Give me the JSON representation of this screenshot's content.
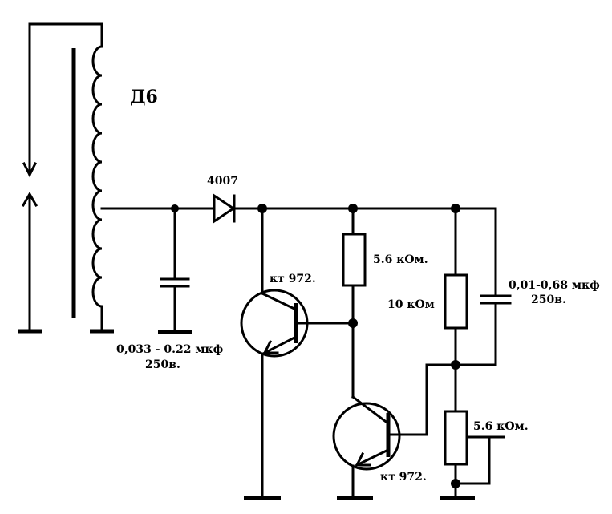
{
  "labels": {
    "transformer": "Д6",
    "diode": "4007",
    "cap1_value": "0,033 - 0.22 мкф",
    "cap1_voltage": "250в.",
    "r1": "5.6 кОм.",
    "q1": "кт 972.",
    "r2": "10 кОм",
    "cap2_value": "0,01-0,68 мкф",
    "cap2_voltage": "250в.",
    "q2": "кт 972.",
    "r3": "5.6 кОм."
  }
}
